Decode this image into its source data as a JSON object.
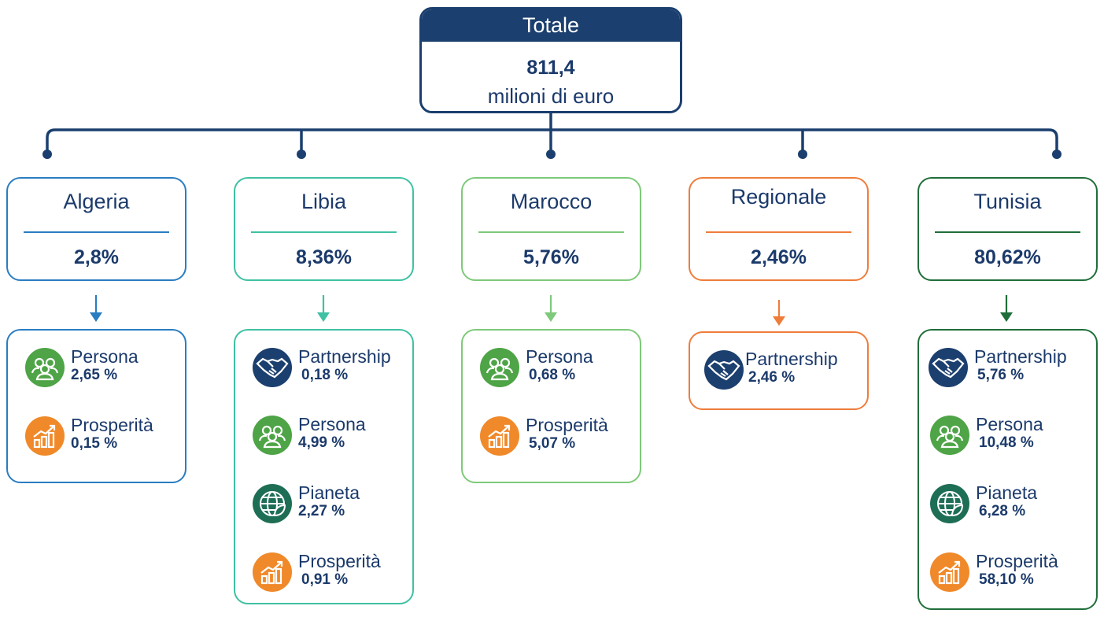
{
  "total": {
    "header": "Totale",
    "value": "811,4",
    "unit": "milioni di euro"
  },
  "colors": {
    "navy": "#1b3f6e",
    "algeria": "#2a7dc1",
    "libia": "#3fc1a3",
    "marocco": "#7ec97a",
    "regionale": "#ee7d3b",
    "tunisia": "#1f6e3a",
    "persona": "#4ea446",
    "prosperita": "#f0892a",
    "partnership": "#1b3f6e",
    "pianeta": "#1e6e55"
  },
  "countries": [
    {
      "name": "Algeria",
      "pct": "2,8%",
      "items": [
        {
          "label": "Persona",
          "value": "2,65 %",
          "icon": "people-icon"
        },
        {
          "label": "Prosperità",
          "value": "0,15 %",
          "icon": "growth-chart-icon"
        }
      ]
    },
    {
      "name": "Libia",
      "pct": "8,36%",
      "items": [
        {
          "label": "Partnership",
          "value": "0,18 %",
          "icon": "handshake-icon"
        },
        {
          "label": "Persona",
          "value": "4,99 %",
          "icon": "people-icon"
        },
        {
          "label": "Pianeta",
          "value": "2,27 %",
          "icon": "globe-leaf-icon"
        },
        {
          "label": "Prosperità",
          "value": "0,91 %",
          "icon": "growth-chart-icon"
        }
      ]
    },
    {
      "name": "Marocco",
      "pct": "5,76%",
      "items": [
        {
          "label": "Persona",
          "value": "0,68 %",
          "icon": "people-icon"
        },
        {
          "label": "Prosperità",
          "value": "5,07 %",
          "icon": "growth-chart-icon"
        }
      ]
    },
    {
      "name": "Regionale",
      "pct": "2,46%",
      "items": [
        {
          "label": "Partnership",
          "value": "2,46 %",
          "icon": "handshake-icon"
        }
      ]
    },
    {
      "name": "Tunisia",
      "pct": "80,62%",
      "items": [
        {
          "label": "Partnership",
          "value": "5,76 %",
          "icon": "handshake-icon"
        },
        {
          "label": "Persona",
          "value": "10,48 %",
          "icon": "people-icon"
        },
        {
          "label": "Pianeta",
          "value": "6,28 %",
          "icon": "globe-leaf-icon"
        },
        {
          "label": "Prosperità",
          "value": "58,10 %",
          "icon": "growth-chart-icon"
        }
      ]
    }
  ]
}
